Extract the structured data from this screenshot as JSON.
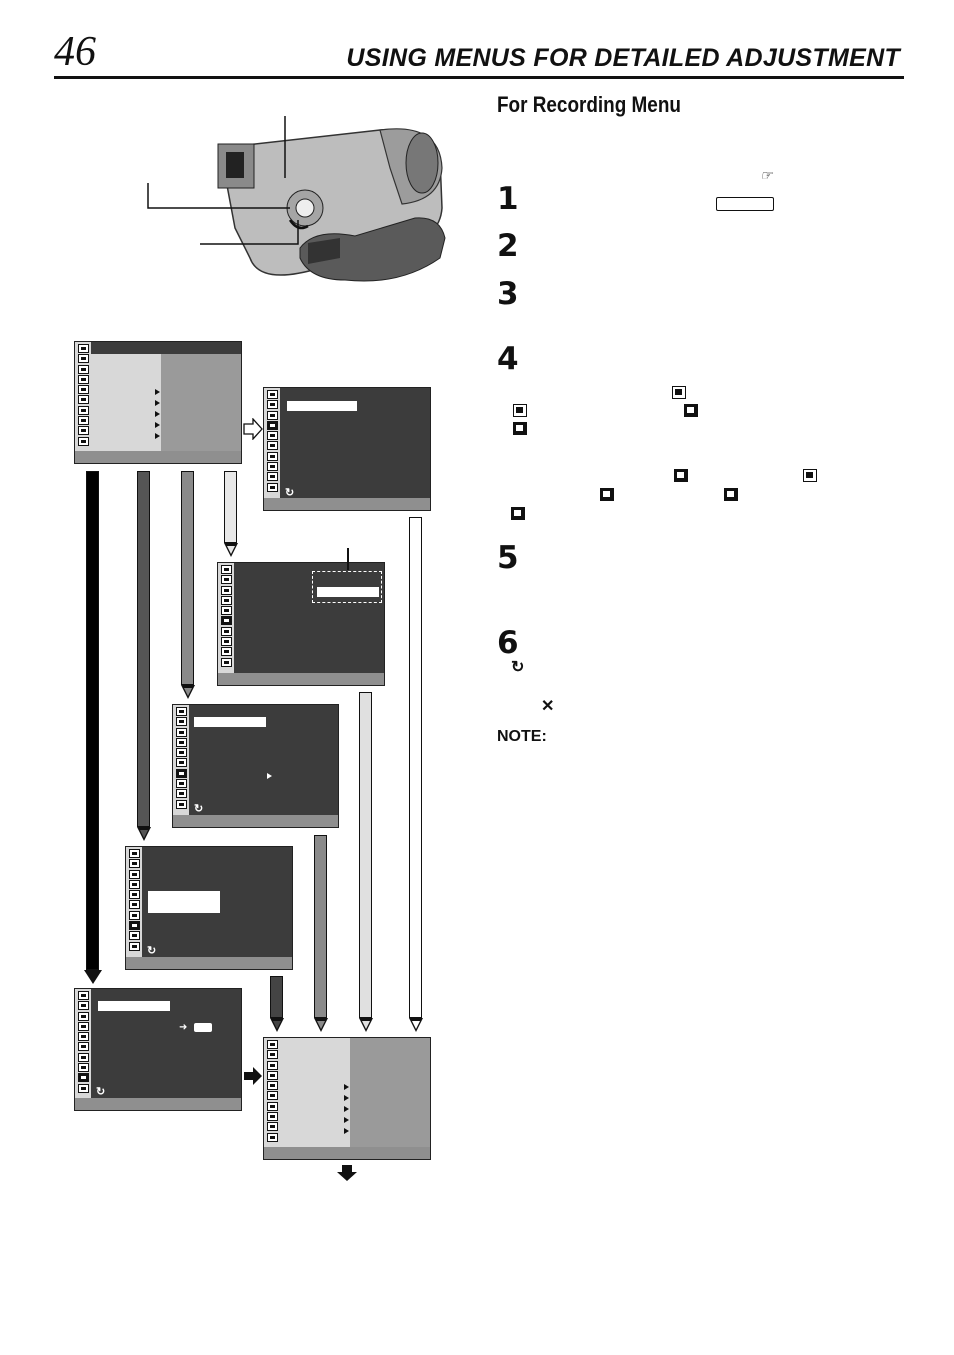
{
  "header": {
    "page_number": "46",
    "title": "USING MENUS FOR DETAILED ADJUSTMENT"
  },
  "section": {
    "heading": "For Recording Menu"
  },
  "steps": [
    {
      "number": "1"
    },
    {
      "number": "2"
    },
    {
      "number": "3"
    },
    {
      "number": "4"
    },
    {
      "number": "5"
    },
    {
      "number": "6"
    }
  ],
  "glyphs": {
    "ref": "☞",
    "return": "↻",
    "close": "✕"
  },
  "note": {
    "label": "NOTE:"
  },
  "icons": {
    "menu_item_icons": [
      "camera-menu-icon",
      "camera-setting-icon",
      "effect-icon",
      "scene-icon",
      "auto-icon",
      "manual-icon",
      "program-ae-icon",
      "clock-icon",
      "snapshot-icon",
      "close-icon"
    ]
  },
  "colors": {
    "screen_bg": "#3c3c3c",
    "icon_column": "#d8d8d8",
    "panel_gray": "#9a9a9a"
  }
}
